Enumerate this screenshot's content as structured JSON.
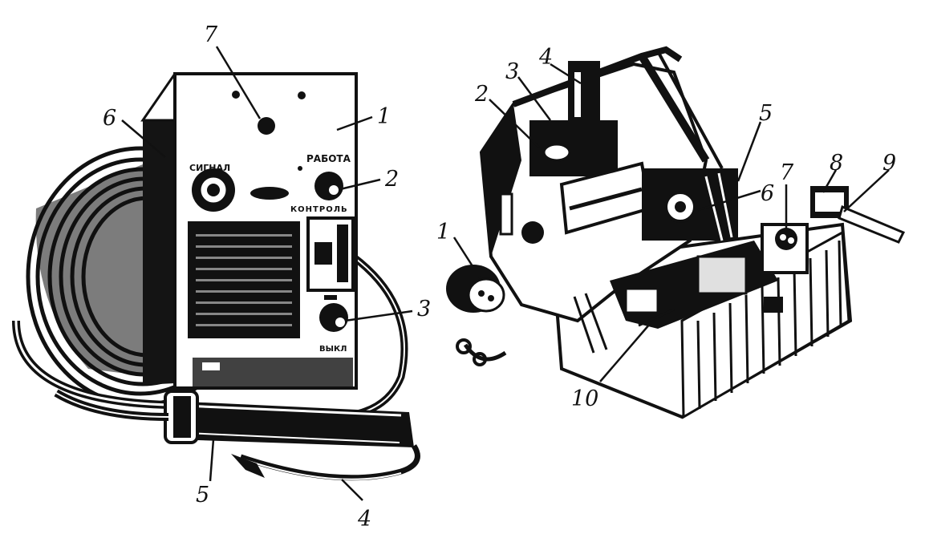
{
  "left_device": {
    "callouts": [
      "7",
      "1",
      "6",
      "2",
      "3",
      "5",
      "4"
    ],
    "panel_labels": {
      "signal": "СИГНАЛ",
      "work": "РАБОТА",
      "control": "КОНТРОЛЬ",
      "off": "ВЫКЛ"
    }
  },
  "right_device": {
    "callouts": [
      "2",
      "3",
      "4",
      "5",
      "6",
      "1",
      "7",
      "8",
      "9",
      "10"
    ]
  },
  "colors": {
    "ink": "#111111",
    "paper": "#ffffff"
  }
}
